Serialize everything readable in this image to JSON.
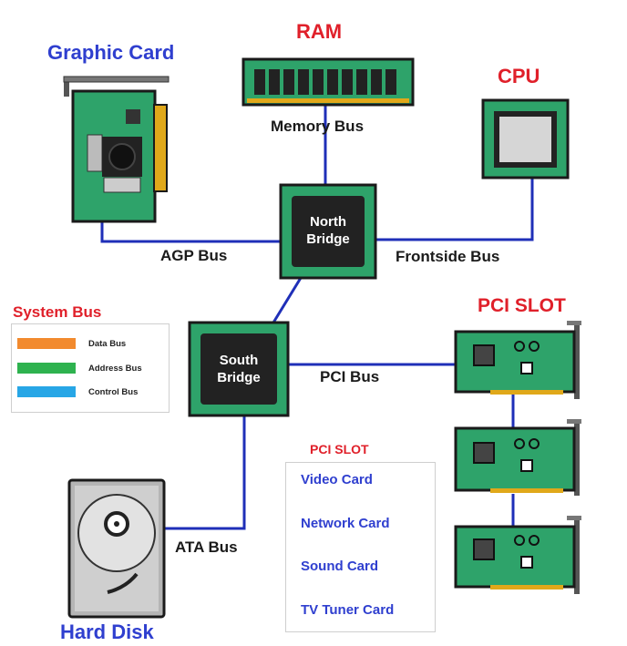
{
  "components": {
    "graphic_card": "Graphic Card",
    "ram": "RAM",
    "cpu": "CPU",
    "north_bridge": [
      "North",
      "Bridge"
    ],
    "south_bridge": [
      "South",
      "Bridge"
    ],
    "hard_disk": "Hard Disk",
    "pci_slot": "PCI  SLOT"
  },
  "buses": {
    "memory": "Memory Bus",
    "agp": "AGP Bus",
    "frontside": "Frontside Bus",
    "pci": "PCI Bus",
    "ata": "ATA Bus"
  },
  "legend": {
    "title": "System Bus",
    "items": [
      {
        "label": "Data Bus",
        "color": "#f28a2e"
      },
      {
        "label": "Address Bus",
        "color": "#2eb24f"
      },
      {
        "label": "Control Bus",
        "color": "#27a6e6"
      }
    ]
  },
  "pci_slot_list": {
    "title": "PCI  SLOT",
    "items": [
      "Video Card",
      "Network Card",
      "Sound Card",
      "TV Tuner Card"
    ]
  },
  "colors": {
    "bus_line": "#1f2fb8",
    "board_green": "#2ea36a",
    "chip_dark": "#222222",
    "title_blue": "#2f3fcf",
    "title_red": "#e0202a"
  }
}
